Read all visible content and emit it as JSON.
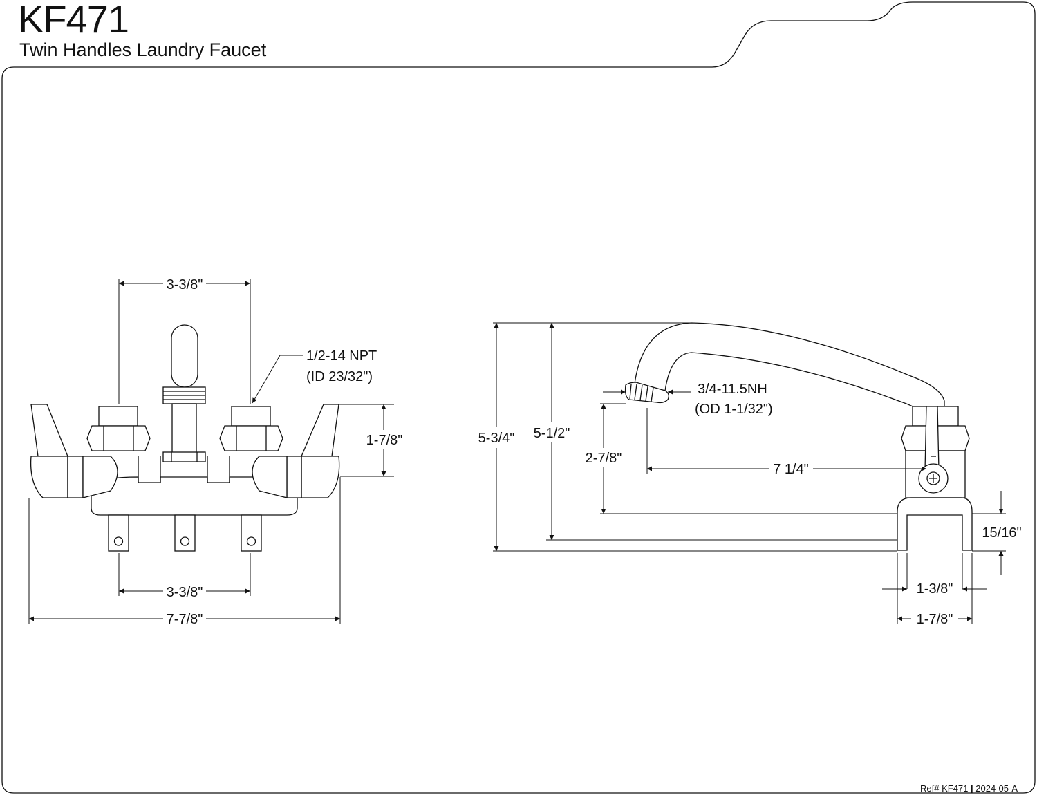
{
  "header": {
    "model": "KF471",
    "subtitle": "Twin Handles Laundry Faucet"
  },
  "front_view": {
    "top_center_spacing": "3-3/8\"",
    "thread_spec_line1": "1/2-14 NPT",
    "thread_spec_line2": "(ID 23/32\")",
    "handle_height": "1-7/8\"",
    "bottom_center_spacing": "3-3/8\"",
    "overall_width": "7-7/8\""
  },
  "side_view": {
    "overall_height": "5-3/4\"",
    "spout_height": "5-1/2\"",
    "aerator_line1": "3/4-11.5NH",
    "aerator_line2": "(OD 1-1/32\")",
    "outlet_height": "2-7/8\"",
    "spout_reach": "7 1/4\"",
    "bracket_height": "15/16\"",
    "bracket_inner": "1-3/8\"",
    "bracket_outer": "1-7/8\""
  },
  "footer": {
    "ref_label": "Ref# KF471",
    "separator": "|",
    "revision": "2024-05-A"
  }
}
